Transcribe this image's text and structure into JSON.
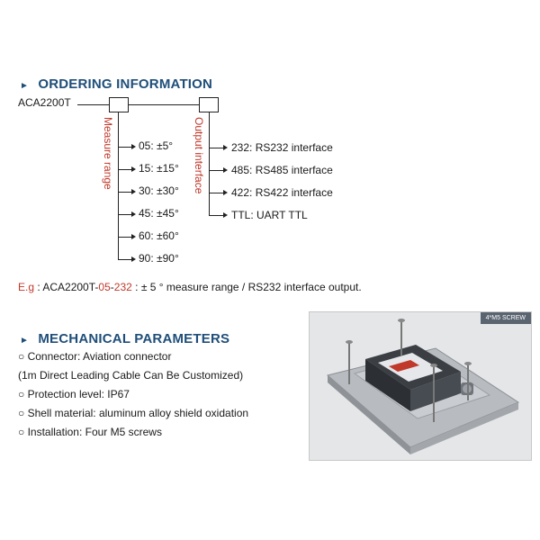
{
  "ordering": {
    "title": "ORDERING INFORMATION",
    "model": "ACA2200T",
    "measure_range_label": "Measure range",
    "output_interface_label": "Output interface",
    "ranges": [
      "05: ±5°",
      "15: ±15°",
      "30: ±30°",
      "45: ±45°",
      "60: ±60°",
      "90: ±90°"
    ],
    "interfaces": [
      {
        "code": "232:",
        "desc": "RS232 interface"
      },
      {
        "code": "485:",
        "desc": "RS485 interface"
      },
      {
        "code": "422:",
        "desc": "RS422 interface"
      },
      {
        "code": "TTL:",
        "desc": "UART TTL"
      }
    ],
    "example": {
      "prefix": "E.g",
      "sep": " : ",
      "model": "ACA2200T-",
      "range_code": "05",
      "dash": "-",
      "iface_code": "232",
      "colon": " : ",
      "rest": "± 5 ° measure range / RS232 interface output."
    }
  },
  "mechanical": {
    "title": "MECHANICAL PARAMETERS",
    "items": [
      "○ Connector: Aviation connector",
      " (1m Direct Leading Cable Can Be Customized)",
      "○ Protection level: IP67",
      "○ Shell material: aluminum alloy shield oxidation",
      "○ Installation: Four M5 screws"
    ],
    "photo_tag": "4*M5  SCREW"
  },
  "colors": {
    "heading": "#1f4e79",
    "accent_red": "#c0392b",
    "text": "#1a1a1a"
  }
}
